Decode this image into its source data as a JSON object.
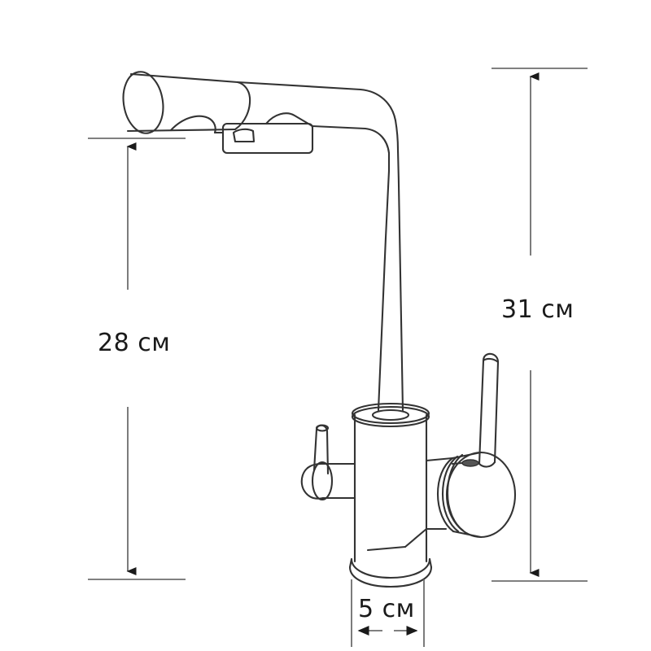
{
  "document": {
    "type": "technical-dimension-drawing",
    "subject": "kitchen-faucet-three-way",
    "background_color": "#ffffff",
    "line_color": "#333333",
    "dimension_line_color": "#6e6e6e",
    "text_color": "#1a1a1a",
    "units": "см"
  },
  "dimensions": {
    "spout_height": {
      "label": "28 см",
      "value": 28,
      "unit": "см",
      "orientation": "vertical",
      "side": "left"
    },
    "overall_height": {
      "label": "31 см",
      "value": 31,
      "unit": "см",
      "orientation": "vertical",
      "side": "right"
    },
    "base_width": {
      "label": "5 см",
      "value": 5,
      "unit": "см",
      "orientation": "horizontal",
      "side": "bottom"
    }
  },
  "parts": [
    {
      "name": "spout-tip-cylinder"
    },
    {
      "name": "spout-aerator-block"
    },
    {
      "name": "spout-horizontal-arm"
    },
    {
      "name": "spout-elbow"
    },
    {
      "name": "spout-vertical-riser"
    },
    {
      "name": "body-top-collar"
    },
    {
      "name": "body-cylinder"
    },
    {
      "name": "base-escutcheon-ring"
    },
    {
      "name": "left-valve-housing"
    },
    {
      "name": "left-valve-lever-pin"
    },
    {
      "name": "right-cartridge-housing"
    },
    {
      "name": "right-lever-handle"
    }
  ]
}
